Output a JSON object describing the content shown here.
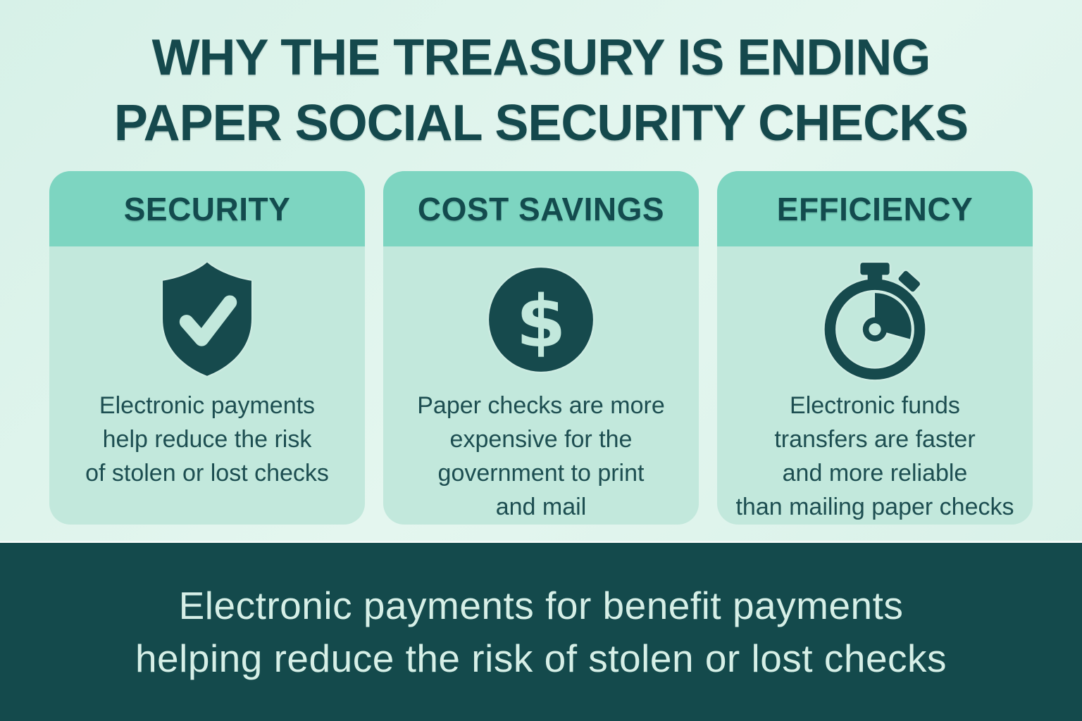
{
  "colors": {
    "page_bg": "#d9f2ea",
    "card_body_bg": "#c2e8dc",
    "card_header_bg": "#7dd5c1",
    "dark_teal": "#164a4d",
    "footer_bg": "#144a4c",
    "footer_text": "#d6efe7",
    "divider_line": "#f4fbf8"
  },
  "title": {
    "lines": [
      "WHY THE TREASURY IS ENDING",
      "PAPER SOCIAL SECURITY CHECKS"
    ]
  },
  "cards": [
    {
      "label": "SECURITY",
      "icon": "shield-check-icon",
      "lines": [
        "Electronic payments",
        "help reduce the risk",
        "of stolen or lost checks"
      ]
    },
    {
      "label": "COST SAVINGS",
      "icon": "dollar-circle-icon",
      "dollar_glyph": "$",
      "lines": [
        "Paper checks are more",
        "expensive for the",
        "government to print",
        "and mail"
      ]
    },
    {
      "label": "EFFICIENCY",
      "icon": "stopwatch-icon",
      "lines": [
        "Electronic funds",
        "transfers are faster",
        "and more reliable",
        "than mailing paper checks"
      ]
    }
  ],
  "footer": {
    "lines": [
      "Electronic payments for benefit payments",
      "helping reduce the risk of stolen or lost checks"
    ]
  }
}
